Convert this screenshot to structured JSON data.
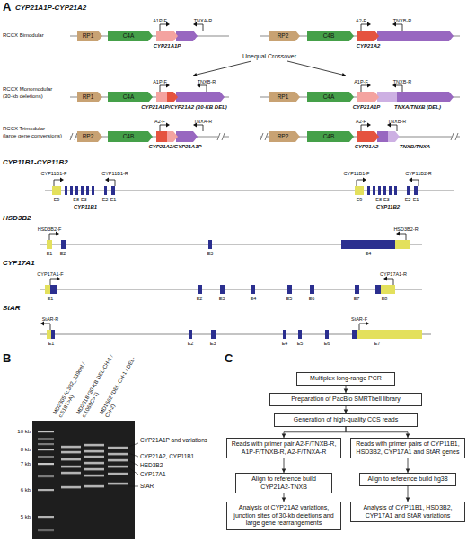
{
  "diagram": {
    "nodes": [
      {
        "text": [
          "RP1"
        ]
      },
      {
        "text": [
          "C4A"
        ]
      },
      {
        "text": [
          "RP2"
        ]
      },
      {
        "text": [
          "C4B"
        ]
      },
      {
        "text": [
          "RP1"
        ]
      },
      {
        "text": [
          "C4A"
        ]
      },
      {
        "text": [
          "RP1"
        ]
      },
      {
        "text": [
          "C4A"
        ]
      },
      {
        "text": [
          "RP2"
        ]
      },
      {
        "text": [
          "C4B"
        ]
      },
      {
        "text": [
          "RP2"
        ]
      },
      {
        "text": [
          "C4B"
        ]
      },
      {
        "text": [
          "Multiplex long-range PCR"
        ]
      },
      {
        "text": [
          "Preparation of PacBio SMRTbell library"
        ]
      },
      {
        "text": [
          "Generation of high-quality CCS reads"
        ]
      },
      {
        "text": [
          "Reads with primer pair A2-F/TNXB-R, A1P-F/TNXB-R, A2-F/TNXA-R"
        ]
      },
      {
        "text": [
          "Reads with primer pairs of CYP11B1, HSD3B2, CYP17A1 and StAR genes"
        ]
      },
      {
        "text": [
          "Align to reference build CYP21A2-TNXB"
        ]
      },
      {
        "text": [
          "Align to reference build hg38"
        ]
      },
      {
        "text": [
          "Analysis of CYP21A2 variations, junction sites of 30-kb deletions and large gene rearrangements"
        ]
      },
      {
        "text": [
          "Analysis of CYP11B1, HSD3B2, CYP17A1 and StAR variations"
        ]
      }
    ],
    "edges": [
      {
        "from": 12,
        "to": 13,
        "arrow": "to"
      },
      {
        "from": 13,
        "to": 14,
        "arrow": "to"
      },
      {
        "from": 14,
        "to": 15,
        "arrow": "to"
      },
      {
        "from": 14,
        "to": 16,
        "arrow": "to"
      },
      {
        "from": 15,
        "to": 17,
        "arrow": "to"
      },
      {
        "from": 16,
        "to": 18,
        "arrow": "to"
      },
      {
        "from": 17,
        "to": 19,
        "arrow": "to"
      },
      {
        "from": 18,
        "to": 20,
        "arrow": "to"
      }
    ],
    "labels": [
      "A",
      "CYP21A1P-CYP21A2",
      "RCCX Bimodular",
      "A1P-F",
      "TNXA-R",
      "A2-F",
      "TNXB-R",
      "CYP21A1P",
      "CYP21A2",
      "Unequal Crossover",
      "RCCX Monomodular",
      "(30-kb deletions)",
      "A1P-F",
      "TNXB-R",
      "CYP21A1P/CYP21A2 (30-KB DEL)",
      "A1P-F",
      "TNXB-R",
      "CYP21A1P",
      "TNXA/TNXB (DEL)",
      "RCCX Trimodular",
      "(large gene conversions)",
      "A2-F",
      "TNXA-R",
      "CYP21A2/CYP21A1P",
      "A2-F",
      "TNXB-R",
      "CYP21A2",
      "TNXB/TNXA",
      "CYP11B1-CYP11B2",
      "CYP11B1-F",
      "CYP11B1-R",
      "CYP11B1-F",
      "CYP11B2-R",
      "E9",
      "E8-E3",
      "E2",
      "E1",
      "CYP11B1",
      "E9",
      "E8-E3",
      "E2",
      "E1",
      "CYP11B2",
      "HSD3B2",
      "HSD3B2-F",
      "HSD3B2-R",
      "E1",
      "E2",
      "E3",
      "E4",
      "CYP17A1",
      "CYP17A1-F",
      "CYP17A1-R",
      "E1",
      "E2",
      "E3",
      "E4",
      "E5",
      "E6",
      "E7",
      "E8",
      "StAR",
      "StAR-R",
      "StAR-F",
      "E1",
      "E2",
      "E3",
      "E4",
      "E5",
      "E6",
      "E7",
      "B",
      "MD2305 (c.332_339del / c.518T>A)",
      "MD2318 (30-KB DEL-CH-1 / c.1069C>T)",
      "MD1662 (DEL-CH-1 / DEL-CH-2)",
      "10 kb",
      "8 kb",
      "7 kb",
      "6 kb",
      "5 kb",
      "CYP21A1P and variations",
      "CYP21A2, CYP11B1",
      "HSD3B2",
      "CYP17A1",
      "StAR",
      "C"
    ]
  }
}
